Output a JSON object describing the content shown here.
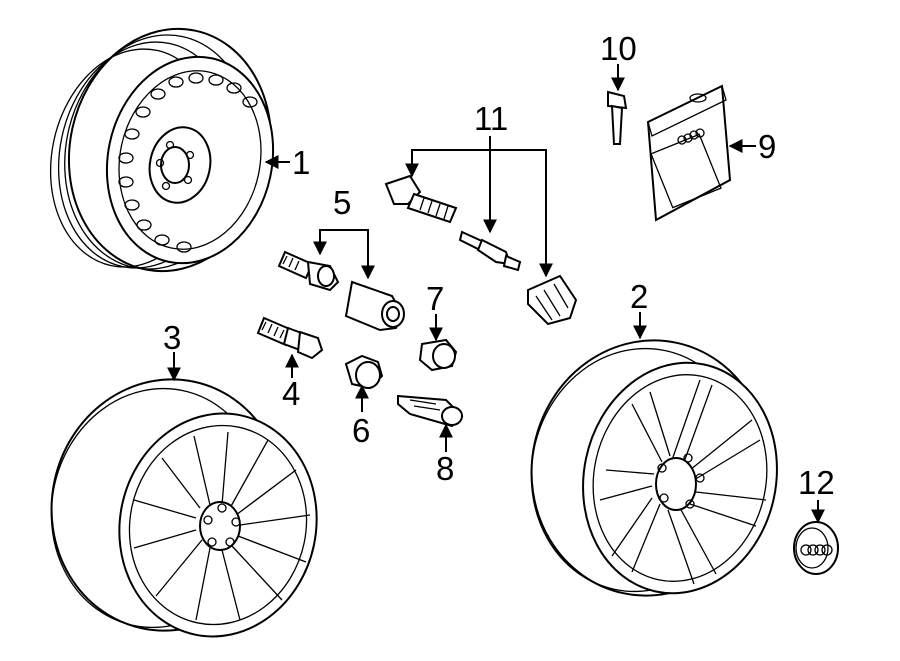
{
  "callouts": {
    "c1": "1",
    "c2": "2",
    "c3": "3",
    "c4": "4",
    "c5": "5",
    "c6": "6",
    "c7": "7",
    "c8": "8",
    "c9": "9",
    "c10": "10",
    "c11": "11",
    "c12": "12"
  },
  "logos": {
    "package_brand": "audi-rings",
    "center_cap_brand": "audi-rings"
  }
}
